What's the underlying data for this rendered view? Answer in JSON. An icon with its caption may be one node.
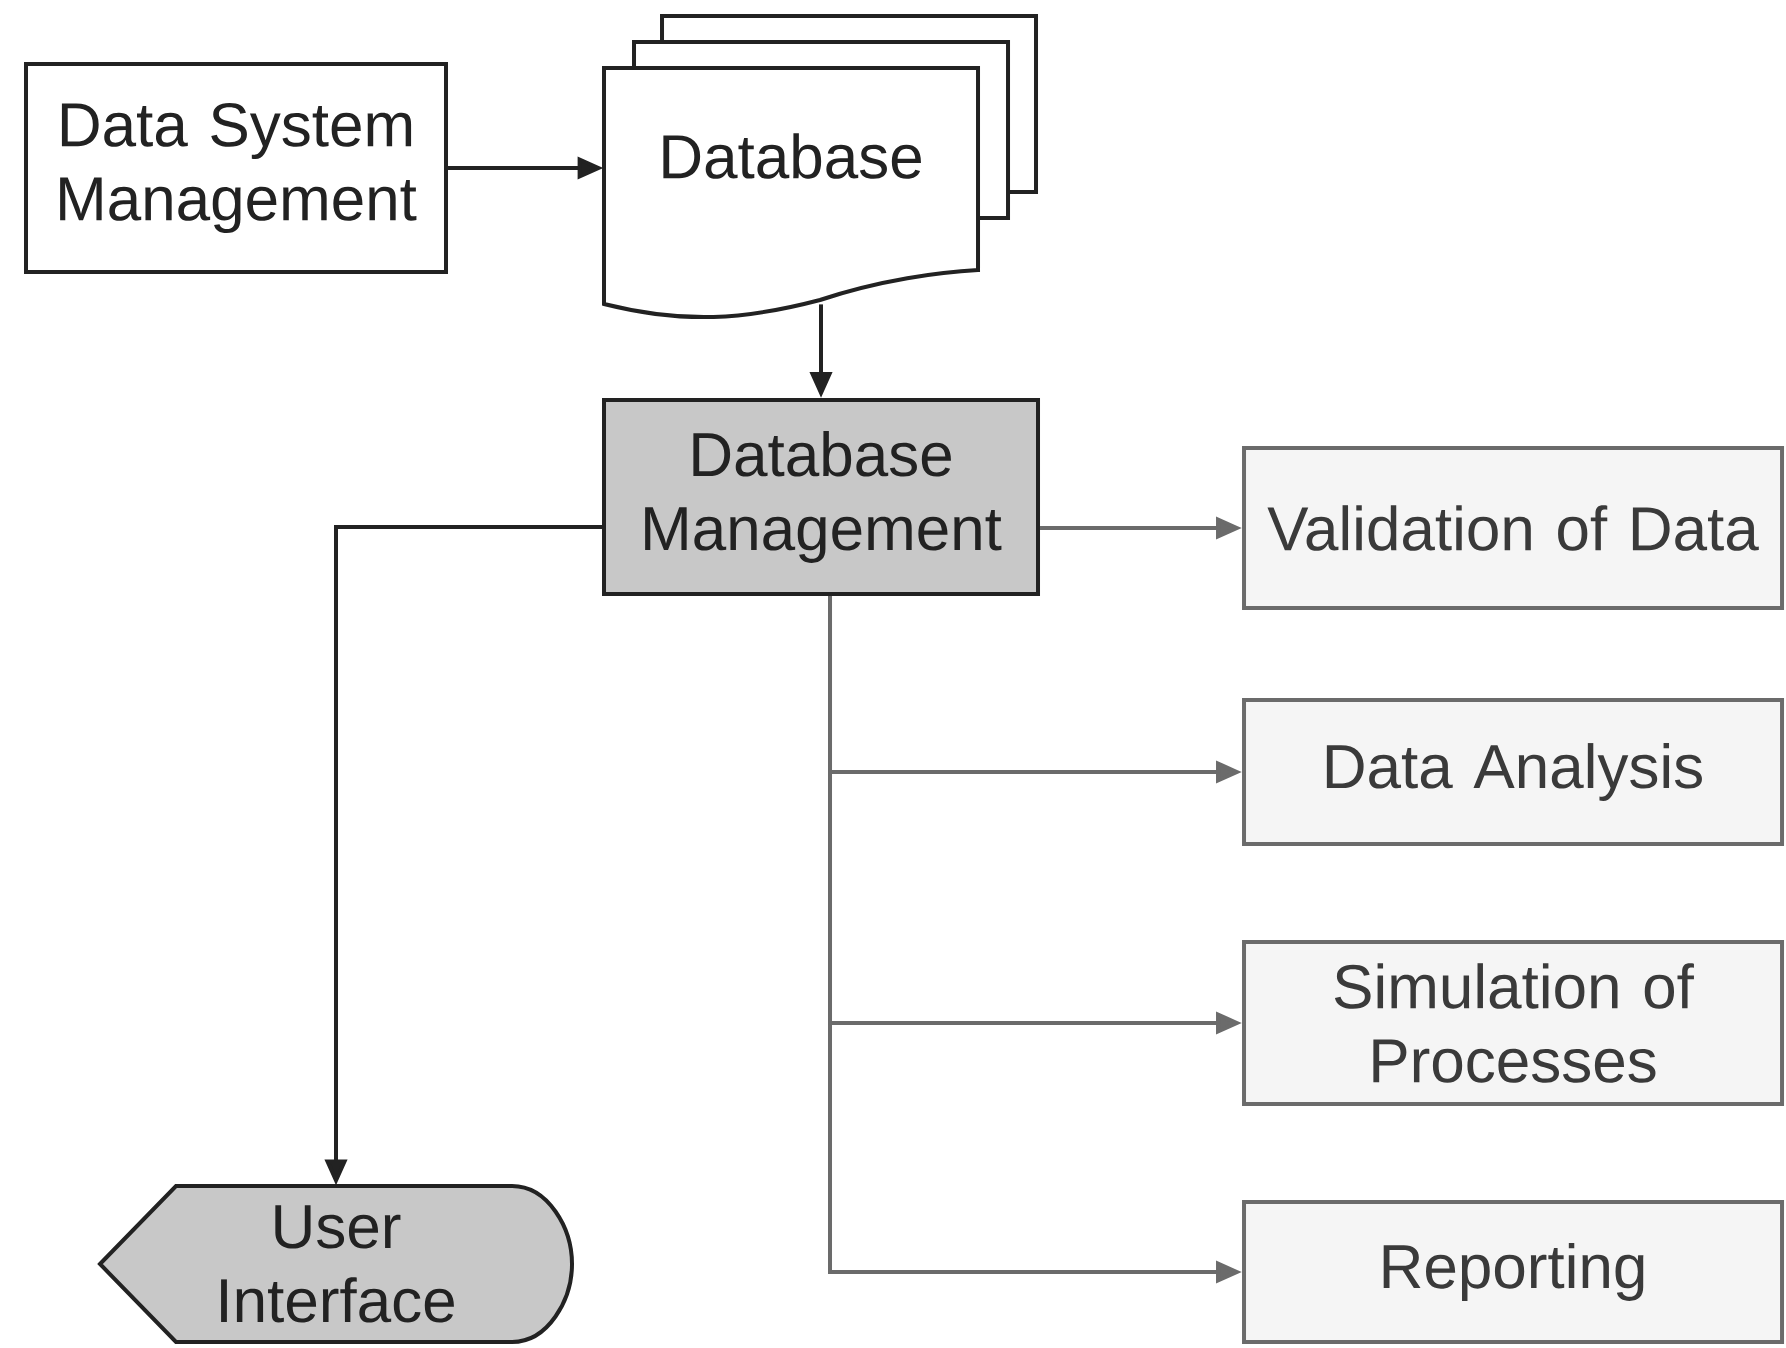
{
  "diagram": {
    "nodes": [
      {
        "text": [
          "Data System Management"
        ]
      },
      {
        "text": [
          "Database"
        ]
      },
      {
        "text": [
          "Database Management"
        ]
      },
      {
        "text": [
          "Validation of Data"
        ]
      },
      {
        "text": [
          "Data Analysis"
        ]
      },
      {
        "text": [
          "Simulation of Processes"
        ]
      },
      {
        "text": [
          "Reporting"
        ]
      },
      {
        "text": [
          "User Interface"
        ]
      }
    ],
    "edges": [
      {
        "from": 0,
        "to": 1,
        "arrow": "to",
        "color": "#222222"
      },
      {
        "from": 1,
        "to": 2,
        "arrow": "to",
        "color": "#222222"
      },
      {
        "from": 2,
        "to": 7,
        "arrow": "to",
        "color": "#222222"
      },
      {
        "from": 2,
        "to": 3,
        "arrow": "to"
      },
      {
        "from": 2,
        "to": 4,
        "arrow": "to"
      },
      {
        "from": 2,
        "to": 5,
        "arrow": "to"
      },
      {
        "from": 2,
        "to": 6,
        "arrow": "to"
      }
    ]
  }
}
